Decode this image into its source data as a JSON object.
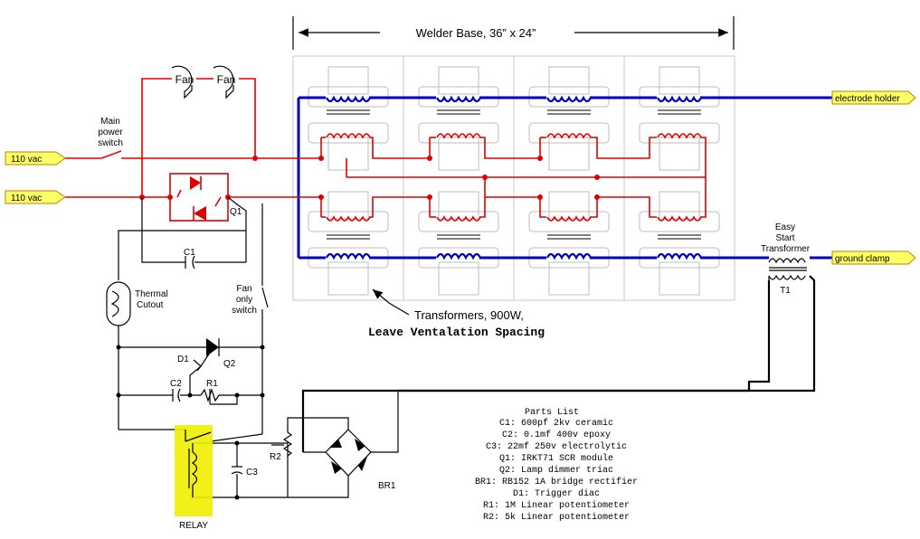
{
  "header": {
    "base_label": "Welder Base, 36”  x 24”"
  },
  "inputs": {
    "line1": "110 vac",
    "line2": "110 vac"
  },
  "outputs": {
    "electrode": "electrode holder",
    "ground": "ground clamp"
  },
  "fans": {
    "fan1": "Fan",
    "fan2": "Fan"
  },
  "labels": {
    "main_switch": [
      "Main",
      "power",
      "switch"
    ],
    "q1": "Q1",
    "c1": "C1",
    "thermal": [
      "Thermal",
      "Cutout"
    ],
    "fan_switch": [
      "Fan",
      "only",
      "switch"
    ],
    "d1": "D1",
    "q2": "Q2",
    "c2": "C2",
    "r1": "R1",
    "r2": "R2",
    "c3": "C3",
    "br1": "BR1",
    "relay": "RELAY",
    "easy_start": [
      "Easy",
      "Start",
      "Transformer"
    ],
    "t1": "T1"
  },
  "callout": {
    "line1": "Transformers, 900W,",
    "line2": "Leave Ventalation Spacing"
  },
  "parts_list": {
    "title": "Parts List",
    "items": [
      "C1: 600pf 2kv ceramic",
      "C2: 0.1mf 400v epoxy",
      "C3: 22mf 250v electrolytic",
      "Q1: IRKT71 SCR module",
      "Q2: Lamp dimmer triac",
      "BR1: RB152 1A bridge rectifier",
      "D1: Trigger diac",
      "R1: 1M Linear potentiometer",
      "R2: 5k Linear potentiometer"
    ]
  },
  "colors": {
    "primary_wire": "#e00000",
    "secondary_wire": "#0000c0",
    "highlight": "#f0f000",
    "tag": "#ffff66"
  }
}
